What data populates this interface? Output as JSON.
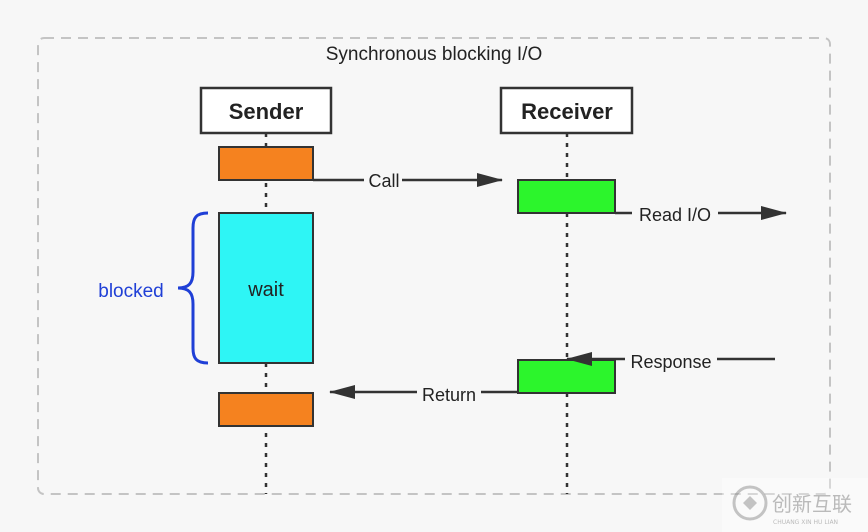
{
  "title": "Synchronous blocking I/O",
  "actors": {
    "sender": "Sender",
    "receiver": "Receiver"
  },
  "messages": {
    "call": "Call",
    "read_io": "Read I/O",
    "response": "Response",
    "return": "Return"
  },
  "wait_label": "wait",
  "blocked_label": "blocked",
  "watermark": {
    "text": "创新互联",
    "subtext": "CHUANG XIN HU LIAN"
  },
  "colors": {
    "sender_activation": "#f5821f",
    "receiver_activation": "#2cf52c",
    "wait_block": "#2ef5f5",
    "blocked_brace": "#1f3fd6",
    "frame_border": "#c4c4c4"
  }
}
